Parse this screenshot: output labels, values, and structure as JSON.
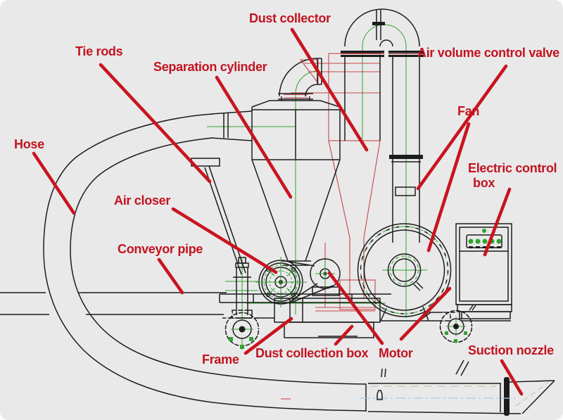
{
  "colors": {
    "page": "#ffffff",
    "background": "#e9e9ea",
    "line": "#1c1c1c",
    "cad_red": "#c64747",
    "cad_green": "#2fa32f",
    "leader_red": "#c9141f",
    "label_red": "#c3131f",
    "dash_blue": "#a8cbe4",
    "dash_tan": "#c9c09a"
  },
  "labels": {
    "hose": "Hose",
    "tie_rods": "Tie rods",
    "separation_cylinder": "Separation cylinder",
    "dust_collector": "Dust collector",
    "air_volume_control_valve": "Air volume control valve",
    "fan": "Fan",
    "electric_control_line1": "Electric control",
    "electric_control_line2": "box",
    "air_closer": "Air closer",
    "conveyor_pipe": "Conveyor pipe",
    "frame": "Frame",
    "dust_collection_box": "Dust collection box",
    "motor": "Motor",
    "suction_nozzle": "Suction nozzle"
  }
}
